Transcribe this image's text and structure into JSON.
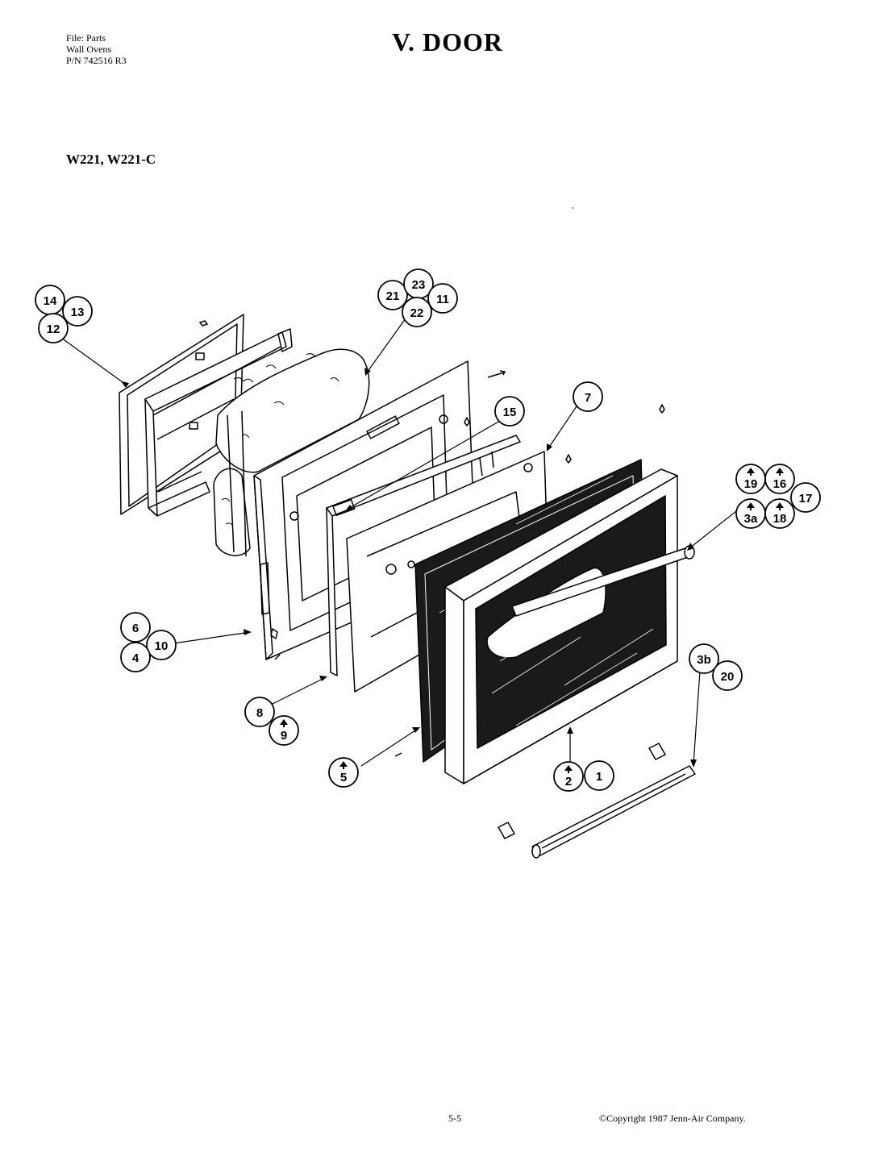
{
  "header": {
    "file_line": "File: Parts",
    "category_line": "Wall Ovens",
    "part_number_line": "P/N 742516 R3",
    "title": "V.  DOOR"
  },
  "models": "W221, W221-C",
  "footer": {
    "page_number": "5-5",
    "copyright": "©Copyright 1987 Jenn-Air Company."
  },
  "callouts": [
    {
      "id": "14",
      "marked": false
    },
    {
      "id": "13",
      "marked": false
    },
    {
      "id": "12",
      "marked": false
    },
    {
      "id": "21",
      "marked": false
    },
    {
      "id": "23",
      "marked": false
    },
    {
      "id": "11",
      "marked": false
    },
    {
      "id": "22",
      "marked": false
    },
    {
      "id": "15",
      "marked": false
    },
    {
      "id": "7",
      "marked": false
    },
    {
      "id": "19",
      "marked": true
    },
    {
      "id": "16",
      "marked": true
    },
    {
      "id": "17",
      "marked": false
    },
    {
      "id": "3a",
      "marked": true
    },
    {
      "id": "18",
      "marked": true
    },
    {
      "id": "6",
      "marked": false
    },
    {
      "id": "10",
      "marked": false
    },
    {
      "id": "4",
      "marked": false
    },
    {
      "id": "3b",
      "marked": false
    },
    {
      "id": "20",
      "marked": false
    },
    {
      "id": "8",
      "marked": false
    },
    {
      "id": "9",
      "marked": true
    },
    {
      "id": "5",
      "marked": true
    },
    {
      "id": "2",
      "marked": true
    },
    {
      "id": "1",
      "marked": false
    }
  ],
  "colors": {
    "line": "#000000",
    "background": "#ffffff",
    "glass": "#1a1a1a"
  }
}
